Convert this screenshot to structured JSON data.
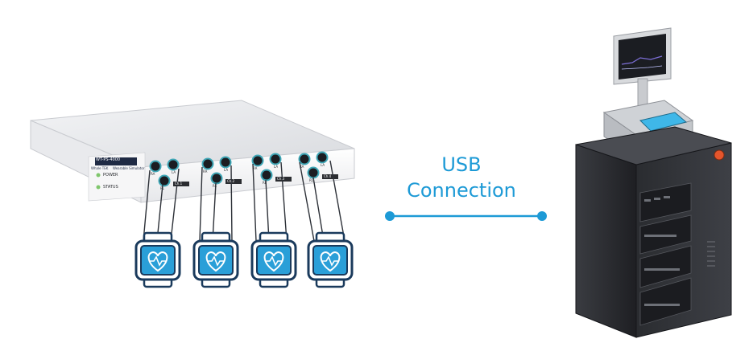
{
  "device": {
    "brand": "Whale TEK",
    "model": "WT-PS-4000",
    "subtitle": "Wearable Simulator",
    "power_label": "POWER",
    "status_label": "STATUS",
    "channels": [
      {
        "ra": "RA",
        "la": "LA",
        "rl": "RL",
        "tag": "Ch.1"
      },
      {
        "ra": "RA",
        "la": "LA",
        "rl": "RL",
        "tag": "Ch.2"
      },
      {
        "ra": "RA",
        "la": "LA",
        "rl": "RL",
        "tag": "Ch.3"
      },
      {
        "ra": "RA",
        "la": "LA",
        "rl": "RL",
        "tag": "Ch.4"
      }
    ]
  },
  "connection": {
    "line1": "USB",
    "line2": "Connection",
    "color": "#1d9ad6"
  },
  "colors": {
    "watch_fill": "#2a9fd8",
    "watch_stroke": "#1a3a5c",
    "tower_dark": "#2c2e33",
    "screen": "#3fb7e8"
  }
}
